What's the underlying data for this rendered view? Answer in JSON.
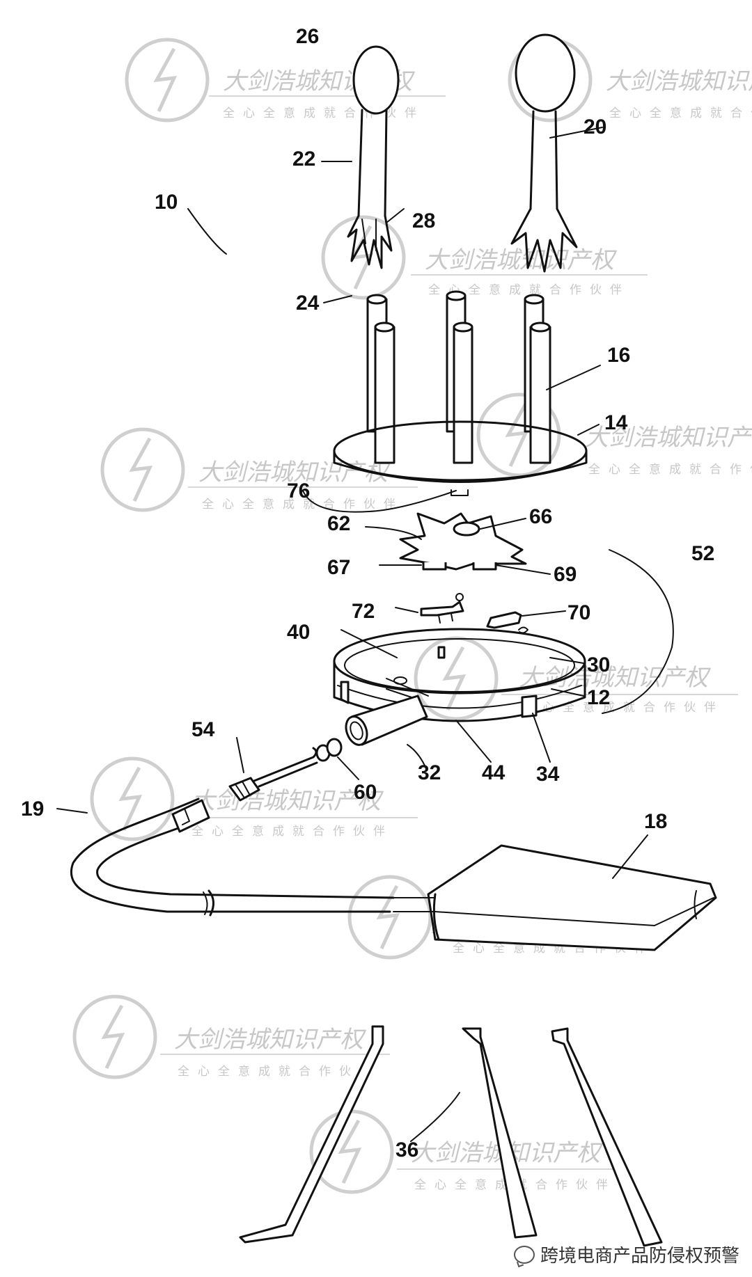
{
  "figure": {
    "reference_numerals": {
      "n26": "26",
      "n22": "22",
      "n20": "20",
      "n10": "10",
      "n28": "28",
      "n24": "24",
      "n16": "16",
      "n14": "14",
      "n76": "76",
      "n62": "62",
      "n66": "66",
      "n67": "67",
      "n69": "69",
      "n52": "52",
      "n72": "72",
      "n70": "70",
      "n40": "40",
      "n30": "30",
      "n12": "12",
      "n54": "54",
      "n32": "32",
      "n44": "44",
      "n34": "34",
      "n60": "60",
      "n19": "19",
      "n18": "18",
      "n36": "36"
    }
  },
  "watermark": {
    "brand": "大剑浩城知识产权",
    "slogan": "全心全意成就合作伙伴"
  },
  "caption": {
    "text": "跨境电商产品防侵权预警",
    "icon": "wechat-bubble-icon"
  }
}
